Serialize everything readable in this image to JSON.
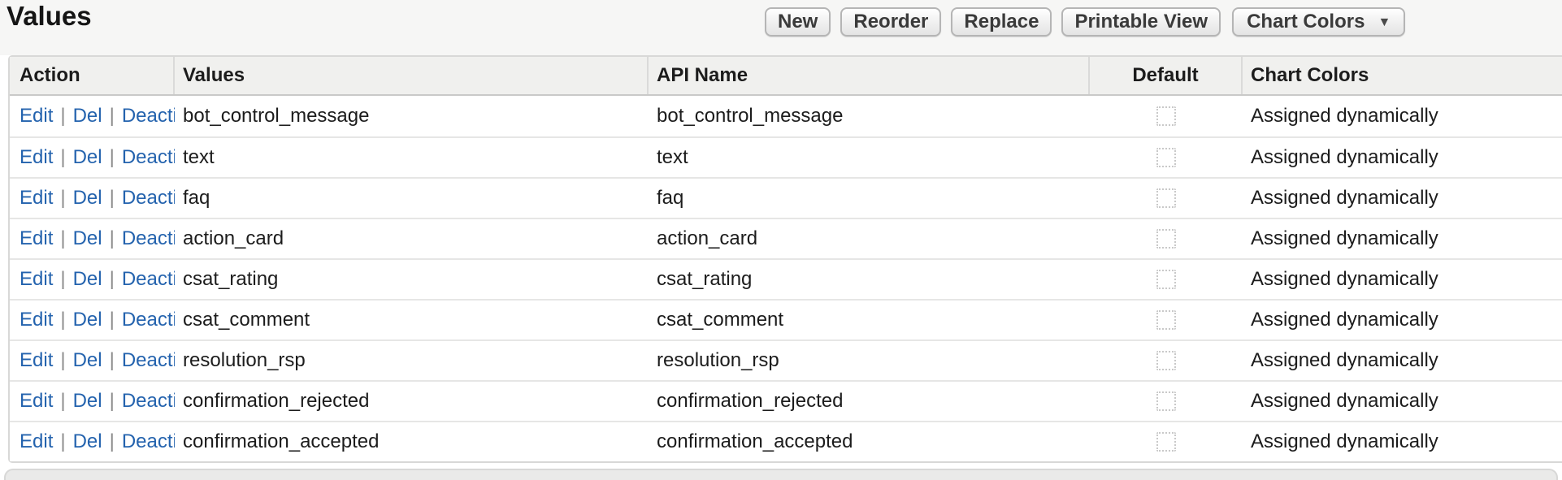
{
  "page": {
    "title": "Values"
  },
  "toolbar": {
    "buttons": [
      {
        "label": "New"
      },
      {
        "label": "Reorder"
      },
      {
        "label": "Replace"
      },
      {
        "label": "Printable View"
      }
    ],
    "dropdown": {
      "label": "Chart Colors",
      "arrow_glyph": "▼"
    }
  },
  "table": {
    "columns": [
      "Action",
      "Values",
      "API Name",
      "Default",
      "Chart Colors"
    ],
    "row_actions": {
      "edit": "Edit",
      "del": "Del",
      "deactivate": "Deactivate",
      "separator": "|"
    },
    "rows": [
      {
        "value": "bot_control_message",
        "api_name": "bot_control_message",
        "default_checked": false,
        "chart_colors": "Assigned dynamically"
      },
      {
        "value": "text",
        "api_name": "text",
        "default_checked": false,
        "chart_colors": "Assigned dynamically"
      },
      {
        "value": "faq",
        "api_name": "faq",
        "default_checked": false,
        "chart_colors": "Assigned dynamically"
      },
      {
        "value": "action_card",
        "api_name": "action_card",
        "default_checked": false,
        "chart_colors": "Assigned dynamically"
      },
      {
        "value": "csat_rating",
        "api_name": "csat_rating",
        "default_checked": false,
        "chart_colors": "Assigned dynamically"
      },
      {
        "value": "csat_comment",
        "api_name": "csat_comment",
        "default_checked": false,
        "chart_colors": "Assigned dynamically"
      },
      {
        "value": "resolution_rsp",
        "api_name": "resolution_rsp",
        "default_checked": false,
        "chart_colors": "Assigned dynamically"
      },
      {
        "value": "confirmation_rejected",
        "api_name": "confirmation_rejected",
        "default_checked": false,
        "chart_colors": "Assigned dynamically"
      },
      {
        "value": "confirmation_accepted",
        "api_name": "confirmation_accepted",
        "default_checked": false,
        "chart_colors": "Assigned dynamically"
      }
    ]
  },
  "colors": {
    "link_blue": "#2463ae",
    "text": "#1c1c1c",
    "header_bg": "#f0f0ee",
    "page_top_bg": "#f6f6f5",
    "table_border": "#d8d8d7",
    "row_separator": "#e6e6e5",
    "header_separator": "#dadad9",
    "header_bottom": "#c9c9c8",
    "button_border": "#b5b5b5",
    "button_text": "#3a3a3a",
    "pipe_gray": "#8b8b8b",
    "checkbox_border": "#c9c9c9",
    "band_bg": "#eaeae9"
  }
}
